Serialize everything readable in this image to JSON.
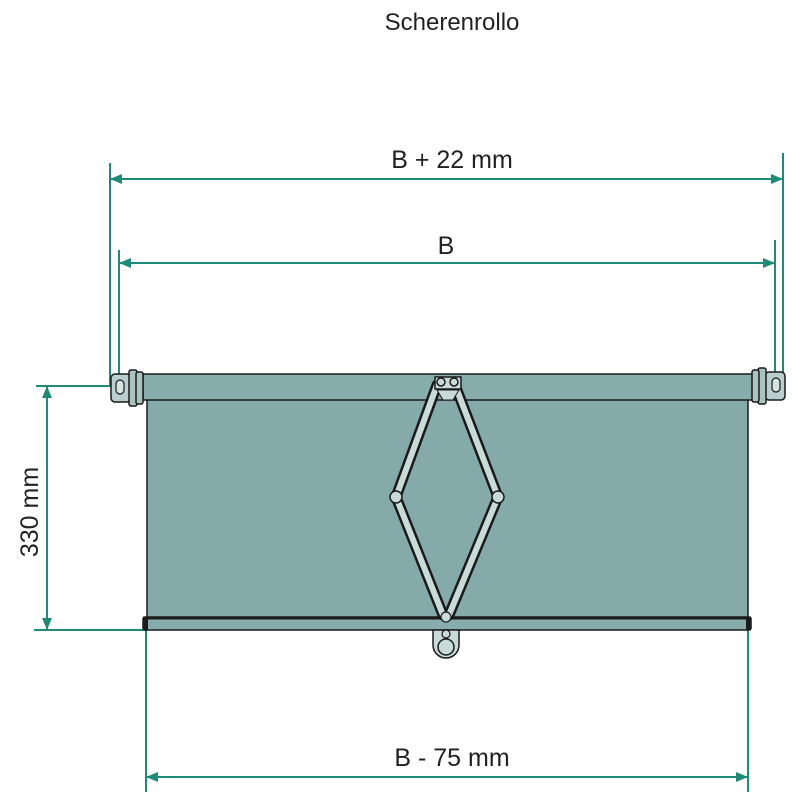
{
  "title": "Scherenrollo",
  "dimensions": {
    "outer_width": "B + 22 mm",
    "inner_width": "B",
    "height": "330 mm",
    "fabric_width": "B - 75 mm"
  },
  "colors": {
    "dimension_line": "#1f8a78",
    "fabric": "#84abaa",
    "roller": "#86adab",
    "outline": "#1a1a1a",
    "scissor_arm": "#c9dbd9",
    "text": "#222222"
  }
}
